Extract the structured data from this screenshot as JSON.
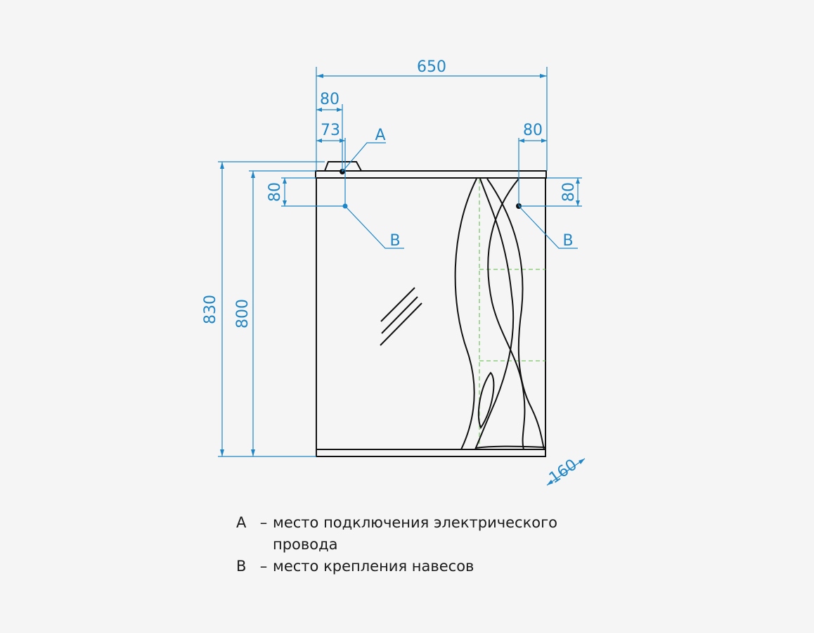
{
  "dimensions": {
    "width_total": "650",
    "a_offset_outer": "80",
    "a_offset_inner": "73",
    "b_offset_right": "80",
    "b_offset_top_left": "80",
    "b_offset_top_right": "80",
    "height_total": "830",
    "height_body": "800",
    "depth": "160"
  },
  "markers": {
    "a": "A",
    "b_left": "B",
    "b_right": "B"
  },
  "legend": {
    "a_key": "A",
    "a_dash": "–",
    "a_text_line1": "место подключения электрического",
    "a_text_line2": "провода",
    "b_key": "B",
    "b_dash": "–",
    "b_text": "место крепления навесов"
  },
  "colors": {
    "dimension": "#1f86c8",
    "outline": "#111111",
    "hidden_shelf": "#7dc56a",
    "background": "#f5f5f5"
  }
}
